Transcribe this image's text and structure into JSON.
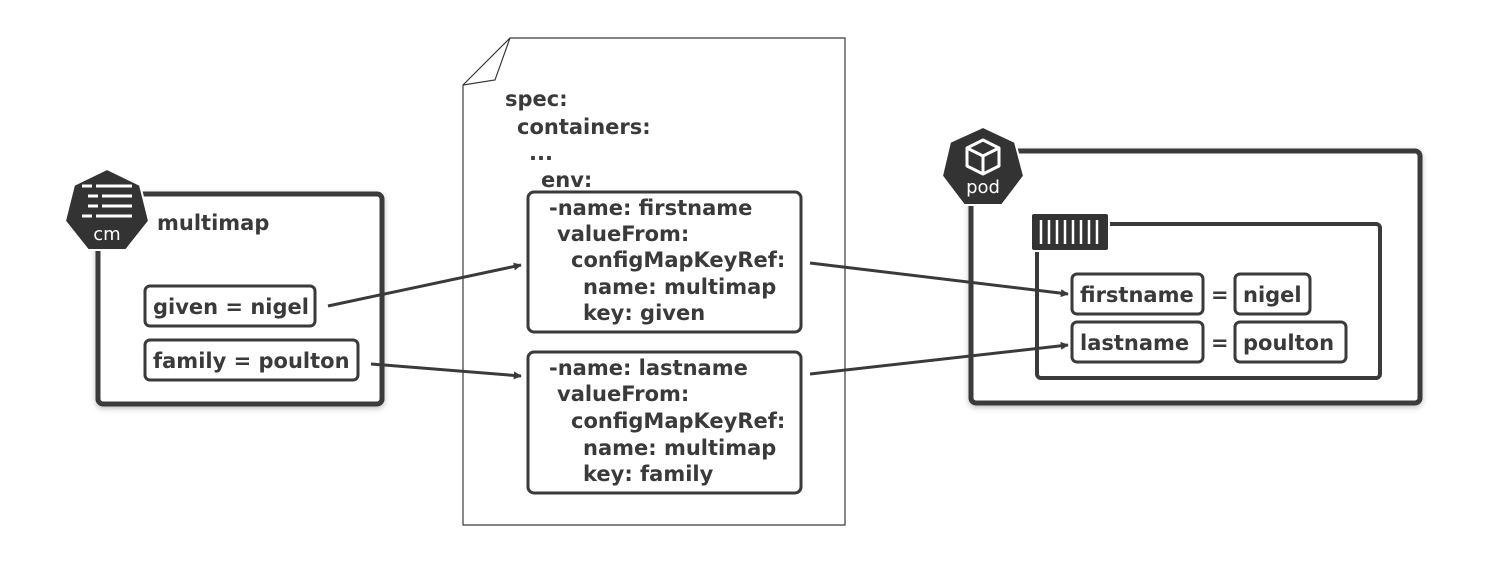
{
  "configmap": {
    "badge": "cm",
    "name": "multimap",
    "entries": [
      "given = nigel",
      "family = poulton"
    ]
  },
  "manifest": {
    "lines": [
      "spec:",
      "containers:",
      "...",
      "env:"
    ],
    "env": [
      {
        "lines": [
          "-name: firstname",
          "valueFrom:",
          "configMapKeyRef:",
          "name: multimap",
          "key: given"
        ]
      },
      {
        "lines": [
          "-name: lastname",
          "valueFrom:",
          "configMapKeyRef:",
          "name: multimap",
          "key: family"
        ]
      }
    ]
  },
  "pod": {
    "badge": "pod",
    "variables": [
      {
        "name": "firstname",
        "equals": "=",
        "value": "nigel"
      },
      {
        "name": "lastname",
        "equals": "=",
        "value": "poulton"
      }
    ]
  },
  "colors": {
    "stroke": "#3a3a3a",
    "badge_fill": "#333333",
    "text": "#3a3a3a",
    "background": "#ffffff"
  }
}
